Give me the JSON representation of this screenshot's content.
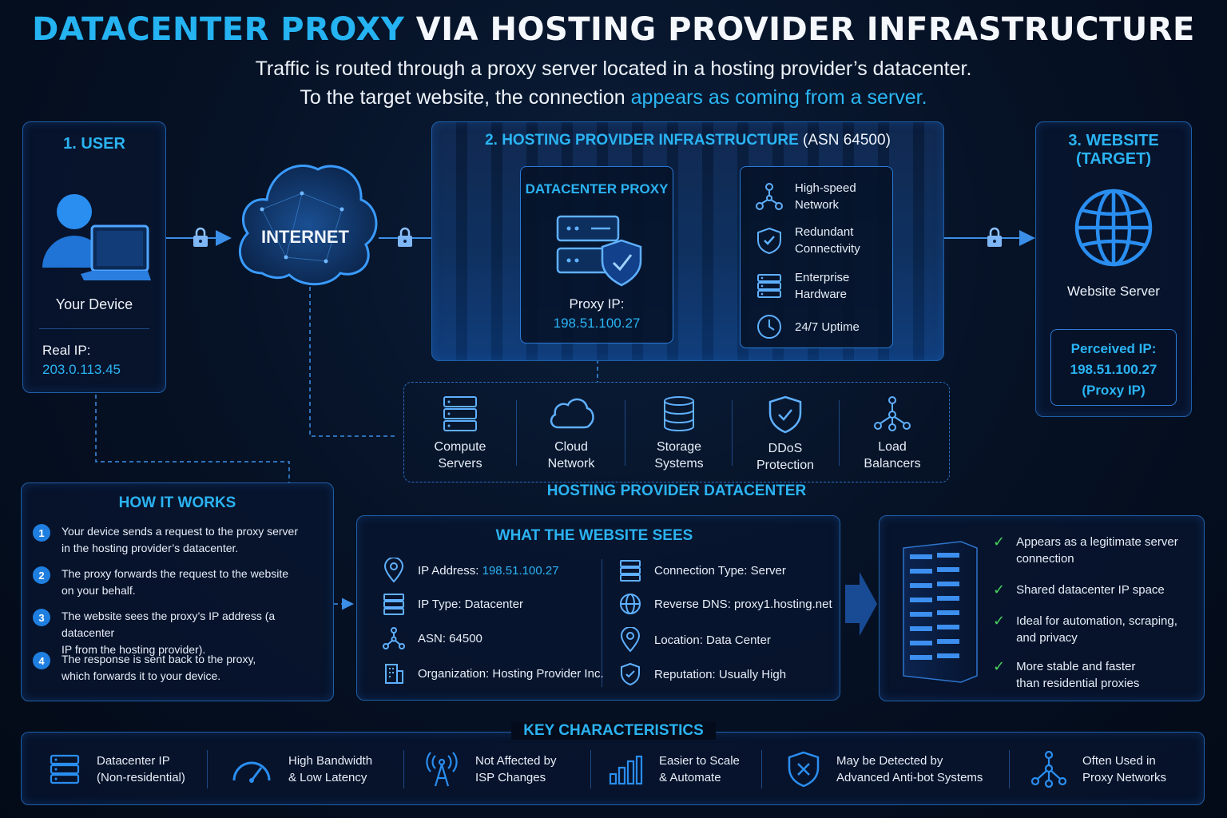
{
  "title": {
    "highlight": "DATACENTER PROXY",
    "rest": " VIA HOSTING PROVIDER INFRASTRUCTURE"
  },
  "subtitle": {
    "line1": "Traffic is routed through a proxy server located in a hosting provider’s datacenter.",
    "line2_prefix": "To the target website, the connection ",
    "line2_highlight": "appears as coming from a server."
  },
  "user": {
    "heading": "1. USER",
    "device_label": "Your Device",
    "real_ip_label": "Real IP:",
    "real_ip": "203.0.113.45"
  },
  "internet": {
    "label": "INTERNET"
  },
  "hosting": {
    "heading": "2. HOSTING PROVIDER INFRASTRUCTURE",
    "asn": " (ASN 64500)",
    "proxy_title": "DATACENTER PROXY",
    "proxy_ip_label": "Proxy IP:",
    "proxy_ip": "198.51.100.27",
    "features": [
      {
        "icon": "network-icon",
        "line1": "High-speed",
        "line2": "Network"
      },
      {
        "icon": "shield-check-icon",
        "line1": "Redundant",
        "line2": "Connectivity"
      },
      {
        "icon": "server-icon",
        "line1": "Enterprise",
        "line2": "Hardware"
      },
      {
        "icon": "clock-icon",
        "line1": "24/7 Uptime",
        "line2": ""
      }
    ]
  },
  "website": {
    "heading_line1": "3. WEBSITE",
    "heading_line2": "(TARGET)",
    "server_label": "Website Server",
    "perceived_label": "Perceived IP:",
    "perceived_ip": "198.51.100.27",
    "perceived_note": "(Proxy IP)"
  },
  "datacenter": {
    "caption": "HOSTING PROVIDER DATACENTER",
    "items": [
      {
        "icon": "server-rack-icon",
        "line1": "Compute",
        "line2": "Servers"
      },
      {
        "icon": "cloud-icon",
        "line1": "Cloud",
        "line2": "Network"
      },
      {
        "icon": "database-icon",
        "line1": "Storage",
        "line2": "Systems"
      },
      {
        "icon": "shield-icon",
        "line1": "DDoS",
        "line2": "Protection"
      },
      {
        "icon": "load-balancer-icon",
        "line1": "Load",
        "line2": "Balancers"
      }
    ]
  },
  "how_it_works": {
    "heading": "HOW IT WORKS",
    "steps": [
      {
        "num": "1",
        "line1": "Your device sends a request to the proxy server",
        "line2": "in the hosting provider’s datacenter."
      },
      {
        "num": "2",
        "line1": "The proxy forwards the request to the website",
        "line2": "on your behalf."
      },
      {
        "num": "3",
        "line1": "The website sees the proxy’s IP address (a datacenter",
        "line2": "IP from the hosting provider)."
      },
      {
        "num": "4",
        "line1": "The response is sent back to the proxy,",
        "line2": "which forwards it to your device."
      }
    ]
  },
  "what_website_sees": {
    "heading": "WHAT THE WEBSITE SEES",
    "left": [
      {
        "icon": "location-pin-icon",
        "label": "IP Address: ",
        "value": "198.51.100.27"
      },
      {
        "icon": "server-icon",
        "label": "IP Type: Datacenter",
        "value": ""
      },
      {
        "icon": "network-icon",
        "label": "ASN: 64500",
        "value": ""
      },
      {
        "icon": "building-icon",
        "label": "Organization: Hosting Provider Inc.",
        "value": ""
      }
    ],
    "right": [
      {
        "icon": "server-icon",
        "label": "Connection Type: Server"
      },
      {
        "icon": "globe-icon",
        "label": "Reverse DNS: proxy1.hosting.net"
      },
      {
        "icon": "location-pin-icon",
        "label": "Location: Data Center"
      },
      {
        "icon": "shield-check-icon",
        "label": "Reputation: Usually High"
      }
    ]
  },
  "benefits": [
    {
      "line1": "Appears as a legitimate server",
      "line2": "connection"
    },
    {
      "line1": "Shared datacenter IP space",
      "line2": ""
    },
    {
      "line1": "Ideal for automation, scraping,",
      "line2": "and privacy"
    },
    {
      "line1": "More stable and faster",
      "line2": "than residential proxies"
    }
  ],
  "key_characteristics": {
    "heading": "KEY CHARACTERISTICS",
    "items": [
      {
        "icon": "server-icon",
        "line1": "Datacenter IP",
        "line2": "(Non-residential)"
      },
      {
        "icon": "speedometer-icon",
        "line1": "High Bandwidth",
        "line2": "& Low Latency"
      },
      {
        "icon": "antenna-icon",
        "line1": "Not Affected by",
        "line2": "ISP Changes"
      },
      {
        "icon": "bar-chart-icon",
        "line1": "Easier to Scale",
        "line2": "& Automate"
      },
      {
        "icon": "shield-x-icon",
        "line1": "May be Detected by",
        "line2": "Advanced Anti-bot Systems"
      },
      {
        "icon": "network-icon",
        "line1": "Often Used in",
        "line2": "Proxy Networks"
      }
    ]
  },
  "colors": {
    "accent": "#2ab4f3",
    "panel_border": "#1f5fa8",
    "check": "#48d45e",
    "background": "#050f22"
  }
}
